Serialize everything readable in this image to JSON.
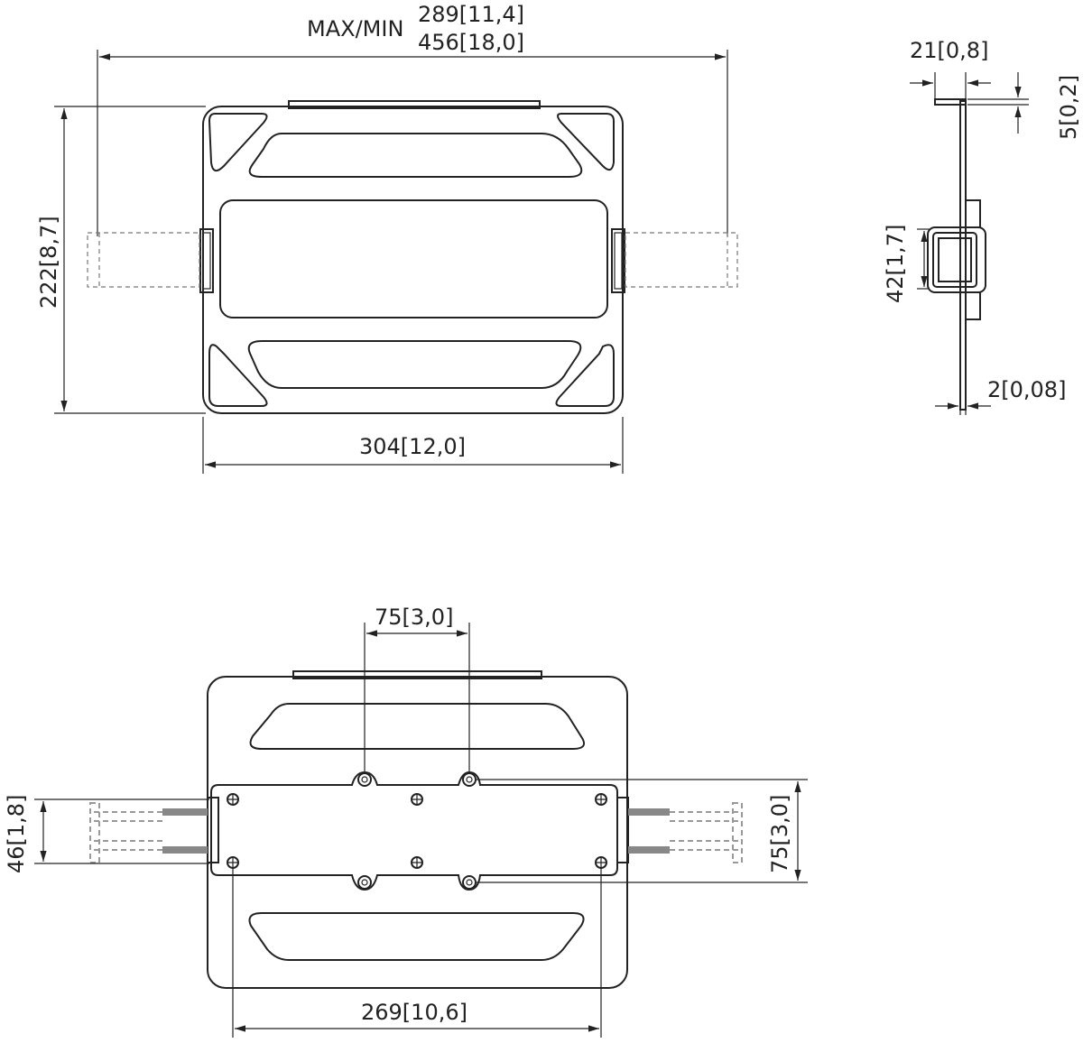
{
  "top_view": {
    "overall_width_label_prefix": "MAX/MIN",
    "overall_width_max": "289[11,4]",
    "overall_width_min": "456[18,0]",
    "height_label": "222[8,7]",
    "width_label": "304[12,0]"
  },
  "side_view": {
    "flange_width_label": "21[0,8]",
    "flange_thickness_label": "5[0,2]",
    "arm_height_label": "42[1,7]",
    "plate_thickness_label": "2[0,08]"
  },
  "bottom_view": {
    "vesa_spacing_top_label": "75[3,0]",
    "vesa_spacing_right_label": "75[3,0]",
    "arm_spacing_label": "46[1,8]",
    "hole_spacing_label": "269[10,6]"
  }
}
